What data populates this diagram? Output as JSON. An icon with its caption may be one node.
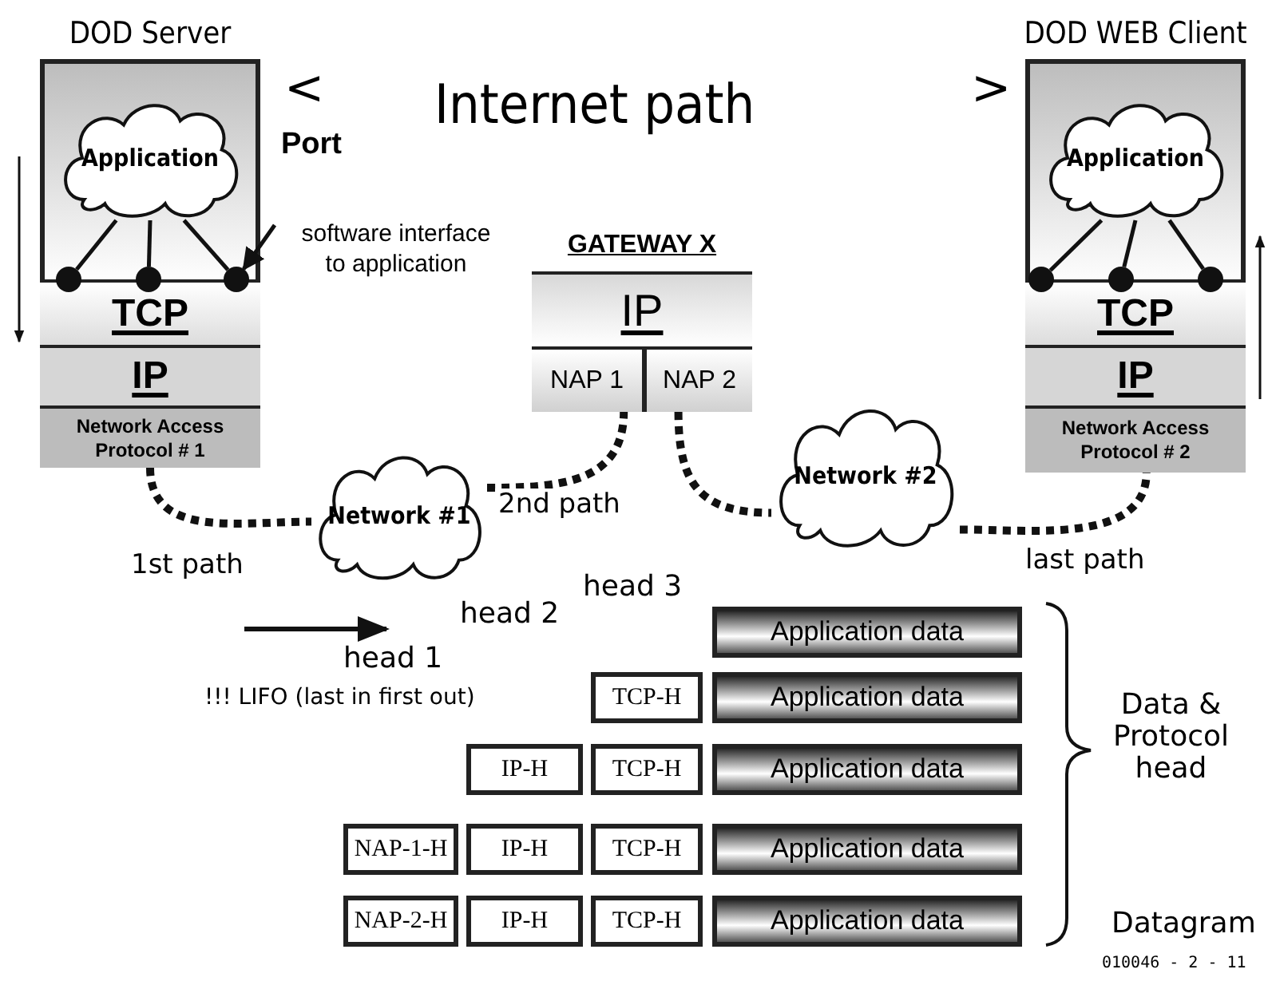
{
  "diagram": {
    "nodes": [
      {
        "text": [
          "DOD Server"
        ]
      },
      {
        "text": [
          "Application"
        ],
        "in": 0
      },
      {
        "text": [],
        "shape": "circle",
        "in": 0
      },
      {
        "text": [],
        "shape": "circle",
        "in": 0
      },
      {
        "text": [],
        "shape": "circle",
        "in": 0
      },
      {
        "text": [
          "TCP"
        ],
        "in": 0
      },
      {
        "text": [
          "IP"
        ],
        "in": 0
      },
      {
        "text": [
          "Network Access Protocol # 1"
        ],
        "in": 0
      },
      {
        "text": [
          "Port",
          "software interface to application"
        ]
      },
      {
        "text": [
          "GATEWAY X"
        ]
      },
      {
        "text": [
          "IP"
        ],
        "in": 9
      },
      {
        "text": [
          "NAP 1"
        ],
        "in": 9
      },
      {
        "text": [
          "NAP 2"
        ],
        "in": 9
      },
      {
        "text": [
          "Network #1"
        ]
      },
      {
        "text": [
          "Network #2"
        ]
      },
      {
        "text": [
          "DOD WEB Client"
        ]
      },
      {
        "text": [
          "Application"
        ],
        "in": 15
      },
      {
        "text": [],
        "shape": "circle",
        "in": 15
      },
      {
        "text": [],
        "shape": "circle",
        "in": 15
      },
      {
        "text": [],
        "shape": "circle",
        "in": 15
      },
      {
        "text": [
          "TCP"
        ],
        "in": 15
      },
      {
        "text": [
          "IP"
        ],
        "in": 15
      },
      {
        "text": [
          "Network Access Protocol # 2"
        ],
        "in": 15
      },
      {
        "text": [
          "Application data"
        ]
      },
      {
        "text": [
          "TCP-H"
        ]
      },
      {
        "text": [
          "Application data"
        ]
      },
      {
        "text": [
          "IP-H"
        ]
      },
      {
        "text": [
          "TCP-H"
        ]
      },
      {
        "text": [
          "Application data"
        ]
      },
      {
        "text": [
          "NAP-1-H"
        ]
      },
      {
        "text": [
          "IP-H"
        ]
      },
      {
        "text": [
          "TCP-H"
        ]
      },
      {
        "text": [
          "Application data"
        ]
      },
      {
        "text": [
          "NAP-2-H"
        ]
      },
      {
        "text": [
          "IP-H"
        ]
      },
      {
        "text": [
          "TCP-H"
        ]
      },
      {
        "text": [
          "Application data"
        ]
      }
    ],
    "edges": [
      {
        "from": 1,
        "to": 2,
        "arrow": "none"
      },
      {
        "from": 1,
        "to": 3,
        "arrow": "none"
      },
      {
        "from": 1,
        "to": 4,
        "arrow": "none"
      },
      {
        "from": 8,
        "to": 4,
        "arrow": "to"
      },
      {
        "from": 7,
        "to": 13,
        "arrow": "none",
        "style": "dashed",
        "label": "1st path"
      },
      {
        "from": 13,
        "to": 11,
        "arrow": "none",
        "style": "dashed",
        "label": "2nd path"
      },
      {
        "from": 12,
        "to": 14,
        "arrow": "none",
        "style": "dashed"
      },
      {
        "from": 14,
        "to": 22,
        "arrow": "none",
        "style": "dashed",
        "label": "last path"
      },
      {
        "from": 16,
        "to": 17,
        "arrow": "none"
      },
      {
        "from": 16,
        "to": 18,
        "arrow": "none"
      },
      {
        "from": 16,
        "to": 19,
        "arrow": "none"
      }
    ],
    "labels": [
      "<",
      "Internet path",
      ">",
      "head 3",
      "head 2",
      "head 1",
      "!!! LIFO (last in first out)",
      "Data & Protocol head",
      "Datagram",
      "010046 - 2 - 11"
    ]
  }
}
